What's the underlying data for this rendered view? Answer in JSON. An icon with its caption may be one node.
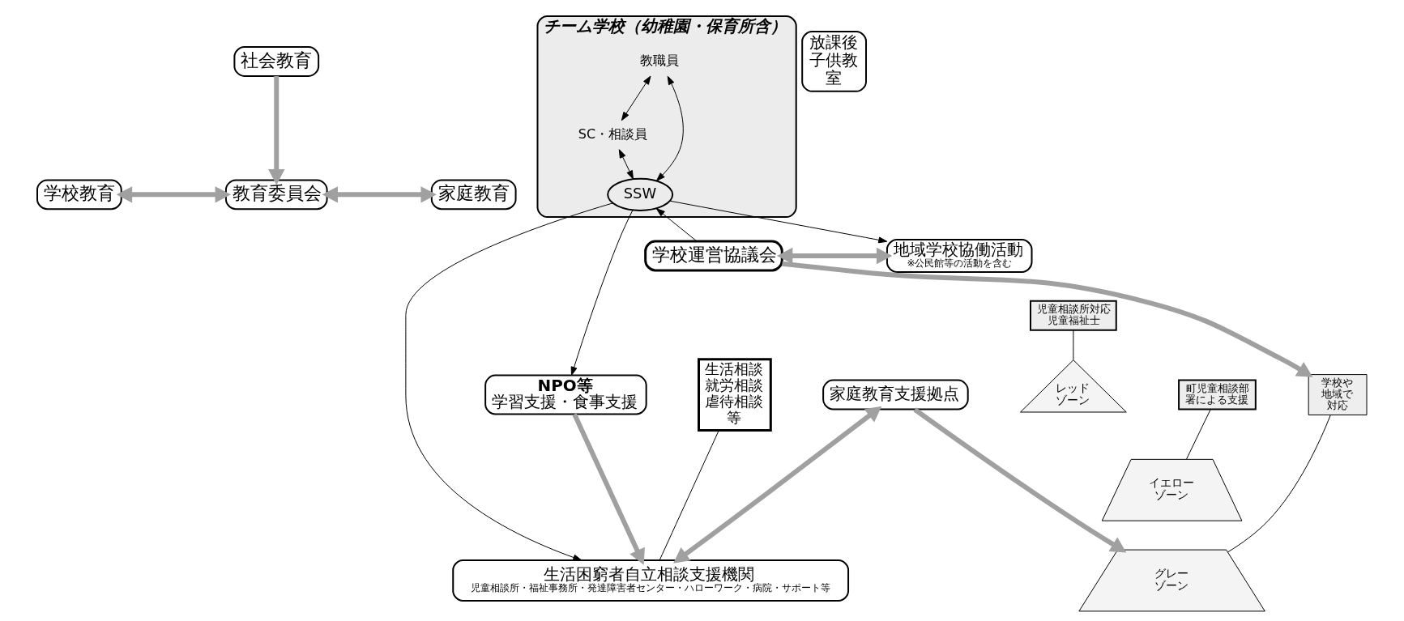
{
  "diagram": {
    "nodes": [
      {
        "text": [
          "学校教育"
        ]
      },
      {
        "text": [
          "教育委員会"
        ]
      },
      {
        "text": [
          "家庭教育"
        ]
      },
      {
        "text": [
          "チーム学校（幼稚園・保育所含）"
        ]
      },
      {
        "text": [
          "教職員"
        ],
        "in": 3
      },
      {
        "text": [
          "SC・相談員"
        ],
        "in": 3
      },
      {
        "text": [
          "SSW"
        ],
        "in": 3
      },
      {
        "text": [
          "学校運営協議会"
        ]
      },
      {
        "text": [
          "放課後子供教室"
        ]
      },
      {
        "text": [
          "社会教育"
        ]
      },
      {
        "text": [
          "地域学校協働活動",
          "※公民館等の活動を含む"
        ]
      },
      {
        "text": [
          "NPO等",
          "学習支援・食事支援"
        ]
      },
      {
        "text": [
          "学校や地域で対応"
        ]
      },
      {
        "text": [
          "レッドゾーン"
        ]
      },
      {
        "text": [
          "イエローゾーン"
        ]
      },
      {
        "text": [
          "グレーゾーン"
        ]
      },
      {
        "text": [
          "児童相談所対応児童福祉士"
        ]
      },
      {
        "text": [
          "町児童相談部署による支援"
        ]
      },
      {
        "text": [
          "家庭教育支援拠点"
        ]
      },
      {
        "text": [
          "生活相談就労相談虐待相談等"
        ]
      },
      {
        "text": [
          "生活困窮者自立相談支援機関",
          "児童相談所・福祉事務所・発達障害者センター・ハローワーク・病院・サポート等"
        ]
      }
    ],
    "edges": [
      {
        "from": 0,
        "to": 1,
        "arrow": "both",
        "style": "thick",
        "color": "#a0a0a0"
      },
      {
        "from": 1,
        "to": 2,
        "arrow": "both",
        "style": "thick",
        "color": "#a0a0a0"
      },
      {
        "from": 4,
        "to": 5,
        "arrow": "both"
      },
      {
        "from": 4,
        "to": 6,
        "arrow": "both"
      },
      {
        "from": 5,
        "to": 6,
        "arrow": "both"
      },
      {
        "from": 7,
        "to": 6,
        "arrow": "to"
      },
      {
        "from": 6,
        "to": 10,
        "arrow": "to"
      },
      {
        "from": 6,
        "to": 11,
        "arrow": "to"
      },
      {
        "from": 6,
        "to": 20,
        "arrow": "to"
      },
      {
        "from": 7,
        "to": 10,
        "arrow": "both",
        "style": "thick",
        "color": "#a0a0a0"
      },
      {
        "from": 7,
        "to": 12,
        "arrow": "to",
        "style": "thick",
        "color": "#a0a0a0"
      },
      {
        "from": 9,
        "to": 1,
        "arrow": "to",
        "style": "thick",
        "color": "#a0a0a0"
      },
      {
        "from": 11,
        "to": 20,
        "arrow": "to",
        "style": "thick",
        "color": "#a0a0a0"
      },
      {
        "from": 18,
        "to": 15,
        "arrow": "to",
        "style": "thick",
        "color": "#a0a0a0"
      },
      {
        "from": 18,
        "to": 20,
        "arrow": "both",
        "style": "thick",
        "color": "#a0a0a0"
      },
      {
        "from": 12,
        "to": 15,
        "arrow": "none"
      },
      {
        "from": 16,
        "to": 13,
        "arrow": "none"
      },
      {
        "from": 17,
        "to": 14,
        "arrow": "none"
      },
      {
        "from": 19,
        "to": 20,
        "arrow": "none"
      }
    ]
  }
}
